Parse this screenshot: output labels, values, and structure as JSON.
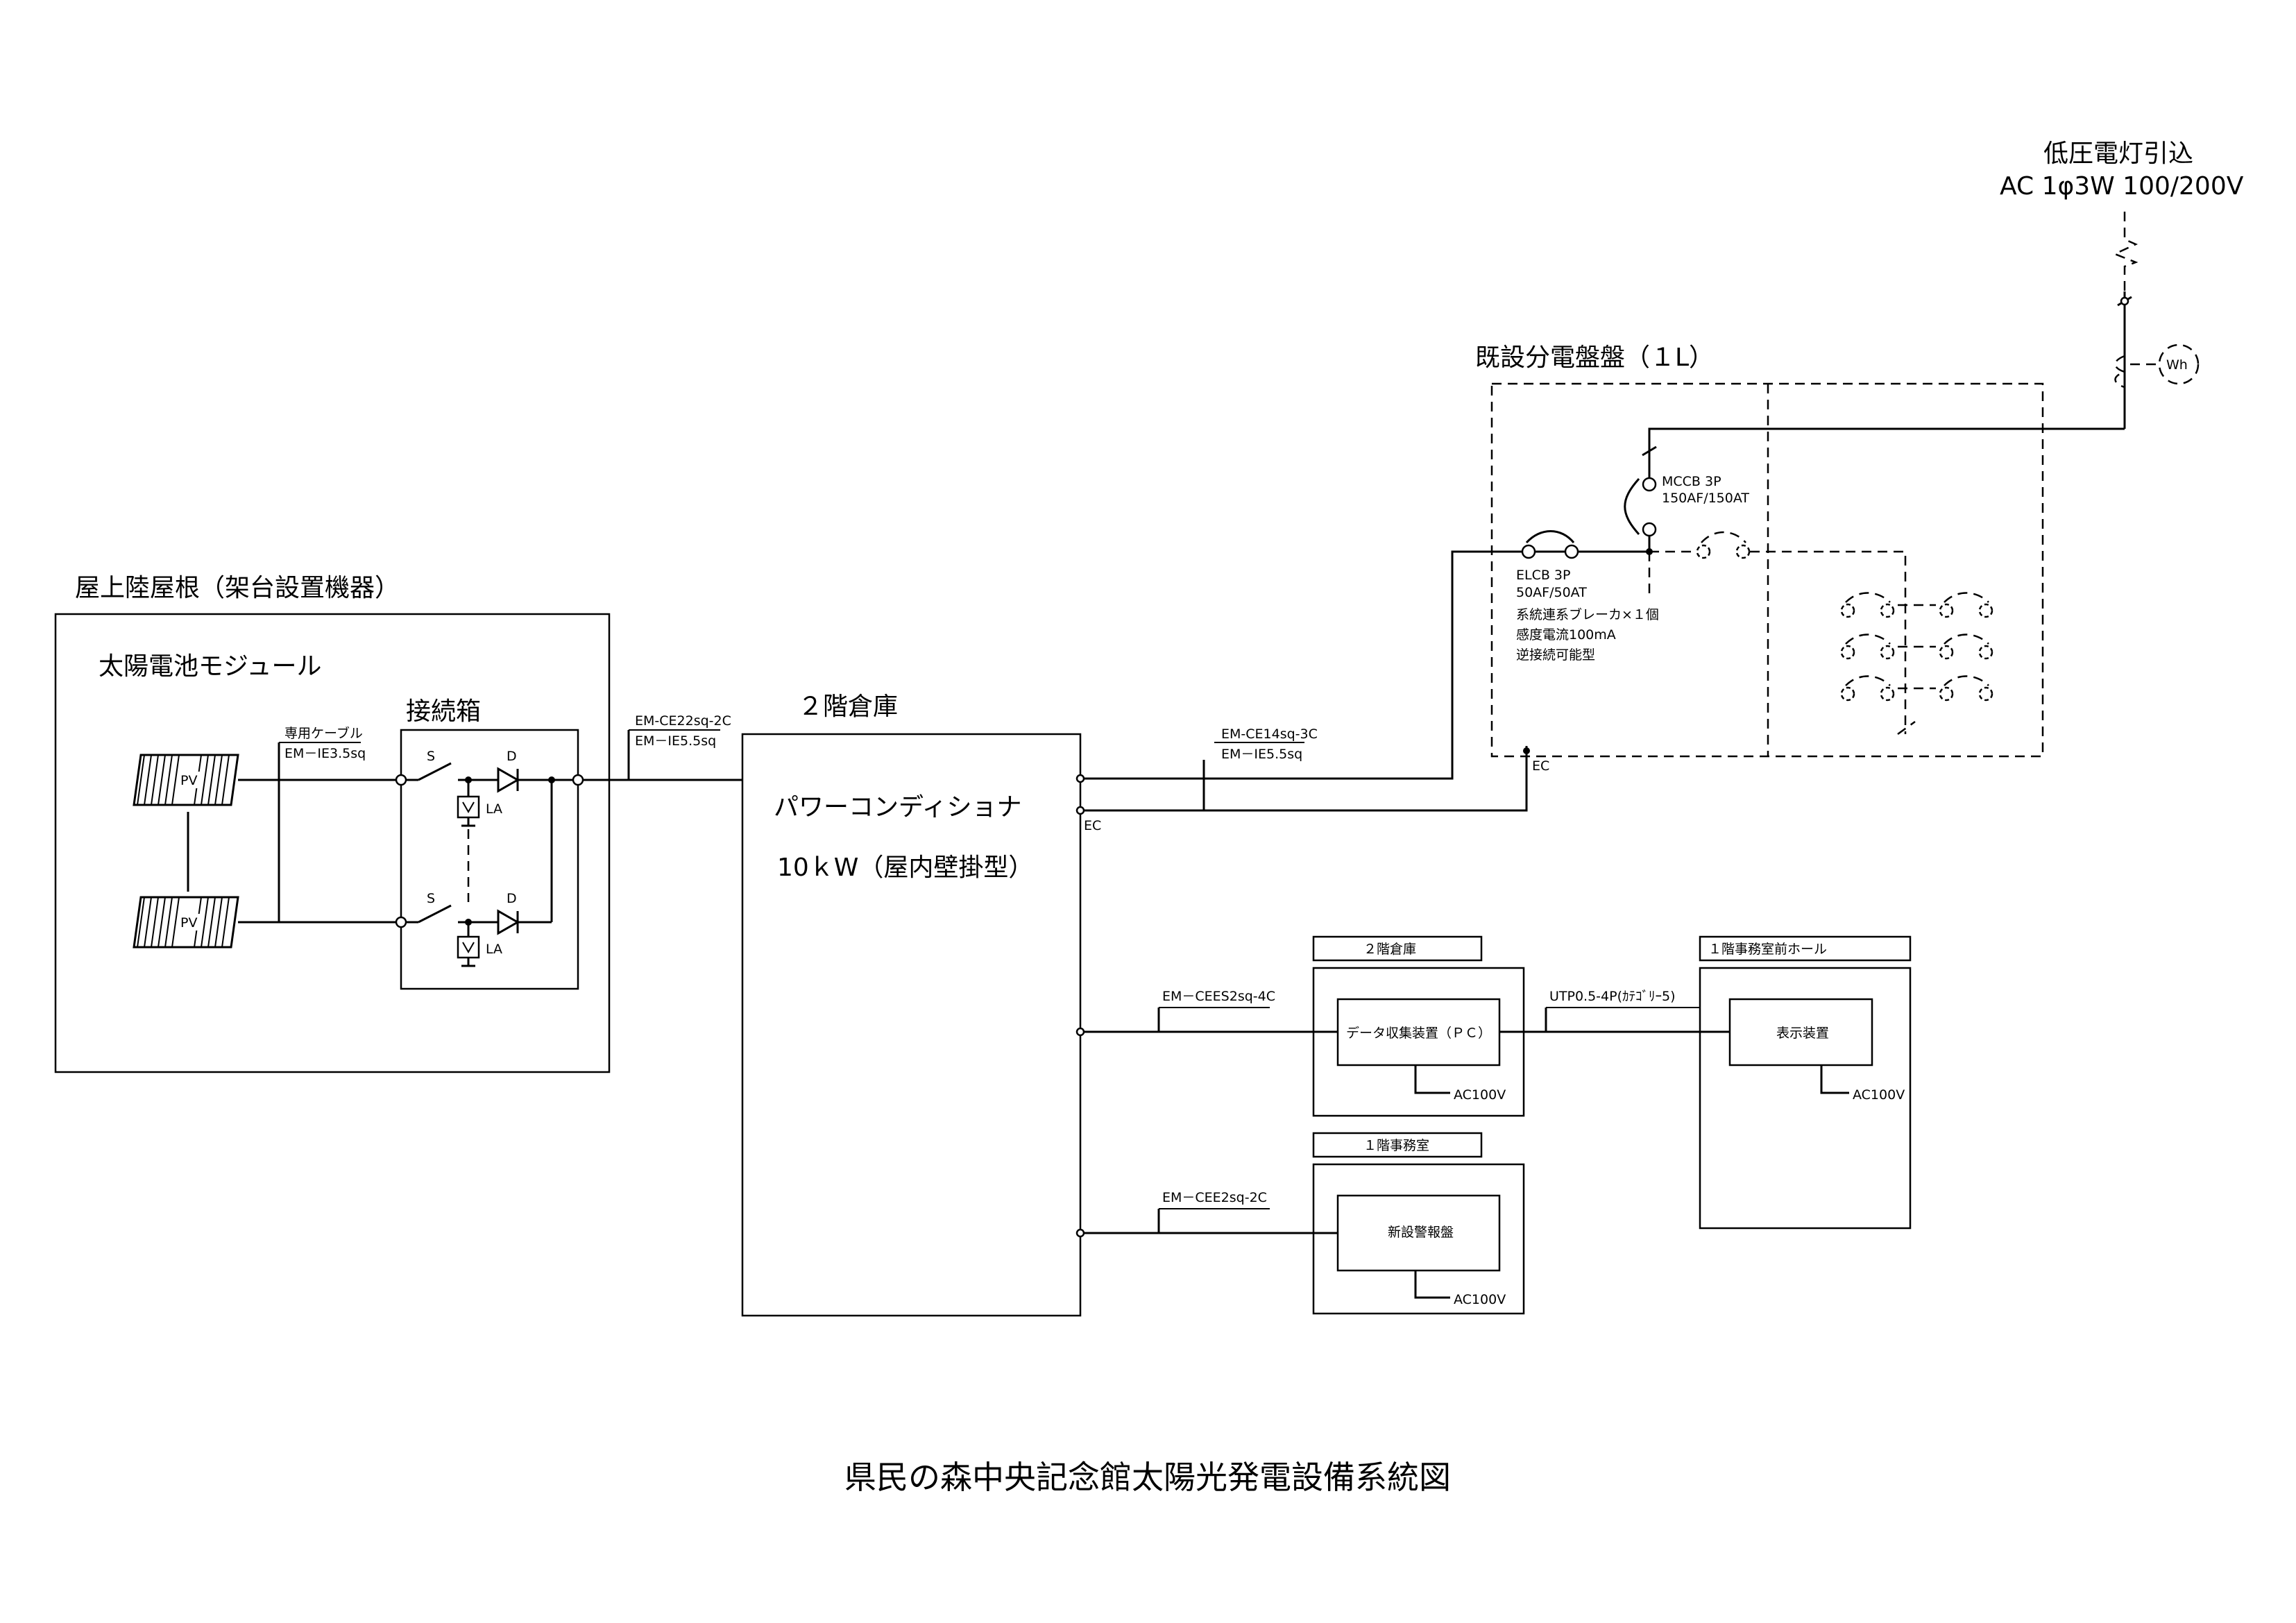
{
  "diagram": {
    "title": "県民の森中央記念館太陽光発電設備系統図",
    "rooftop": {
      "title": "屋上陸屋根（架台設置機器）",
      "module_label": "太陽電池モジュール",
      "pv_label": "PV",
      "cable_top": "専用ケーブル",
      "cable_bottom": "EM－IE3.5sq",
      "junction_box": "接続箱",
      "switch_label": "S",
      "diode_label": "D",
      "arrester_label": "LA"
    },
    "cable_rooftop_to_pcs": {
      "top": "EM-CE22sq-2C",
      "bottom": "EM－IE5.5sq"
    },
    "warehouse": {
      "title": "２階倉庫",
      "pcs_label": "パワーコンディショナ",
      "pcs_rating": "10ｋW（屋内壁掛型）",
      "ec_label": "EC"
    },
    "cable_pcs_to_panel": {
      "top": "EM-CE14sq-3C",
      "bottom": "EM－IE5.5sq"
    },
    "panel": {
      "title": "既設分電盤盤（１L）",
      "mccb_line1": "MCCB 3P",
      "mccb_line2": "150AF/150AT",
      "elcb_line1": "ELCB 3P",
      "elcb_line2": "50AF/50AT",
      "note1": "系統連系ブレーカ×１個",
      "note2": "感度電流100mA",
      "note3": "逆接続可能型",
      "ec_label": "EC"
    },
    "service": {
      "line1": "低圧電灯引込",
      "line2": "AC 1φ3W 100/200V",
      "meter_label": "Wh"
    },
    "data_room": {
      "title": "２階倉庫",
      "device": "データ収集装置（ＰＣ）",
      "power": "AC100V",
      "cable": "EM－CEES2sq-4C"
    },
    "lan_cable": "UTP0.5-4P(ｶﾃｺﾞﾘｰ5)",
    "display_room": {
      "title": "１階事務室前ホール",
      "device": "表示装置",
      "power": "AC100V"
    },
    "office": {
      "title": "１階事務室",
      "device": "新設警報盤",
      "power": "AC100V",
      "cable": "EM－CEE2sq-2C"
    }
  }
}
